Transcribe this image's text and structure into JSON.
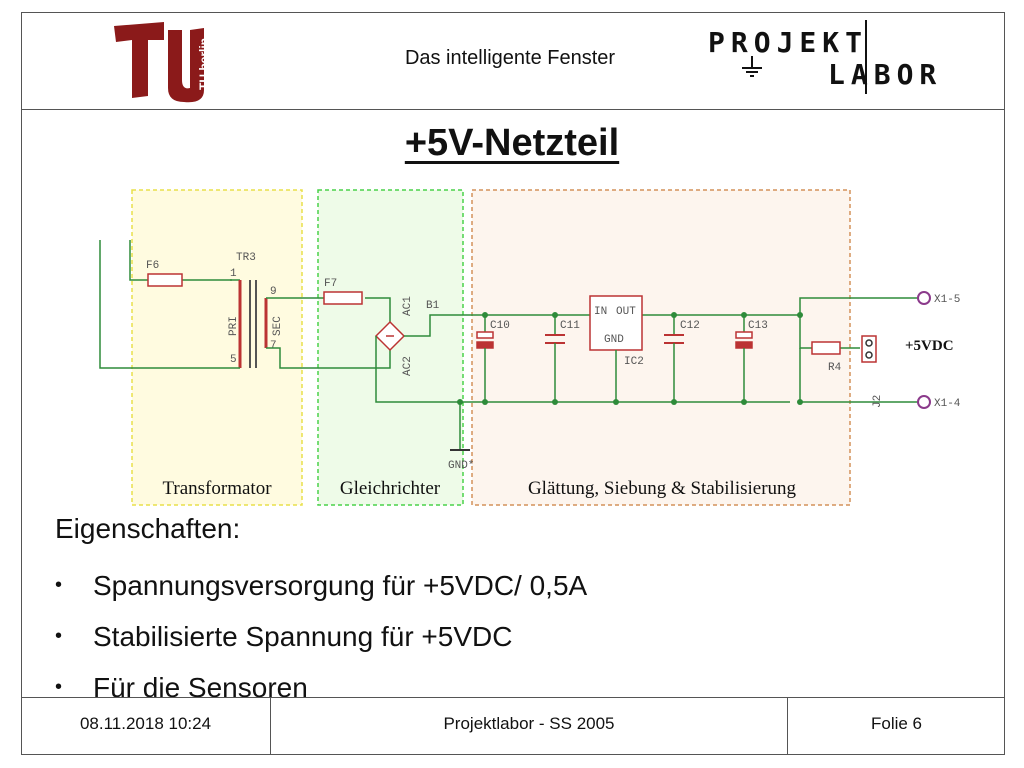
{
  "header": {
    "title": "Das intelligente Fenster",
    "logo_left_text": "TU berlin",
    "logo_right_line1": "PROJEKT",
    "logo_right_line2": "LABOR"
  },
  "slide": {
    "title": "+5V-Netzteil"
  },
  "schematic": {
    "stages": [
      {
        "label": "Transformator",
        "color": "#e8e04a"
      },
      {
        "label": "Gleichrichter",
        "color": "#4ad24a"
      },
      {
        "label": "Glättung, Siebung & Stabilisierung",
        "color": "#d4925a"
      }
    ],
    "components": {
      "f6": "F6",
      "tr3": "TR3",
      "pri": "PRI",
      "sec": "SEC",
      "pin1": "1",
      "pin5": "5",
      "pin9": "9",
      "pin7": "7",
      "f7": "F7",
      "b1": "B1",
      "ac1": "AC1",
      "ac2": "AC2",
      "c10": "C10",
      "c11": "C11",
      "ic_in": "IN",
      "ic_out": "OUT",
      "ic_gnd": "GND",
      "ic2": "IC2",
      "c12": "C12",
      "c13": "C13",
      "r4": "R4",
      "j2": "J2",
      "gnd": "GND*",
      "x1_5": "X1-5",
      "x1_4": "X1-4"
    },
    "output_label": "+5VDC"
  },
  "properties": {
    "heading": "Eigenschaften:",
    "items": [
      "Spannungsversorgung für +5VDC/ 0,5A",
      "Stabilisierte Spannung für +5VDC",
      "Für die Sensoren"
    ]
  },
  "footer": {
    "date": "08.11.2018 10:24",
    "course": "Projektlabor - SS 2005",
    "slide": "Folie 6"
  }
}
